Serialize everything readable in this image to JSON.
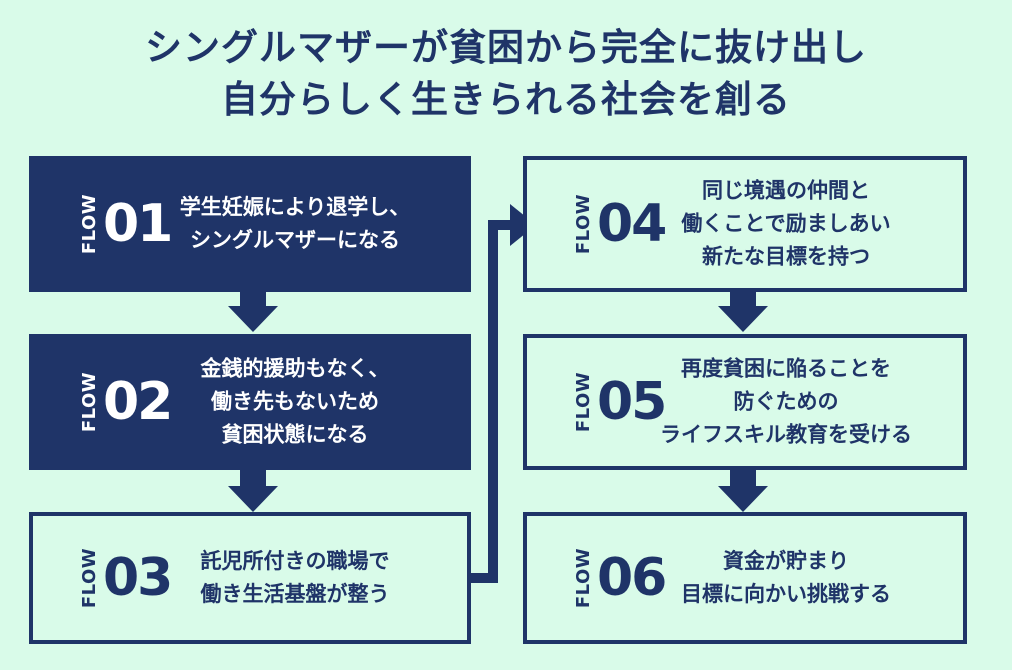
{
  "title": {
    "line1": "シングルマザーが貧困から完全に抜け出し",
    "line2": "自分らしく生きられる社会を創る"
  },
  "steps": [
    {
      "flow_label": "FLOW",
      "number": "01",
      "lines": [
        "学生妊娠により退学し、",
        "シングルマザーになる",
        ""
      ]
    },
    {
      "flow_label": "FLOW",
      "number": "02",
      "lines": [
        "金銭的援助もなく、",
        "働き先もないため",
        "貧困状態になる"
      ]
    },
    {
      "flow_label": "FLOW",
      "number": "03",
      "lines": [
        "託児所付きの職場で",
        "働き生活基盤が整う",
        ""
      ]
    },
    {
      "flow_label": "FLOW",
      "number": "04",
      "lines": [
        "同じ境遇の仲間と",
        "働くことで励ましあい",
        "新たな目標を持つ"
      ]
    },
    {
      "flow_label": "FLOW",
      "number": "05",
      "lines": [
        "再度貧困に陥ることを",
        "防ぐための",
        "ライフスキル教育を受ける"
      ]
    },
    {
      "flow_label": "FLOW",
      "number": "06",
      "lines": [
        "資金が貯まり",
        "目標に向かい挑戦する",
        ""
      ]
    }
  ],
  "colors": {
    "background": "#d9fbe9",
    "primary": "#1f3468",
    "filled_text": "#ffffff"
  }
}
